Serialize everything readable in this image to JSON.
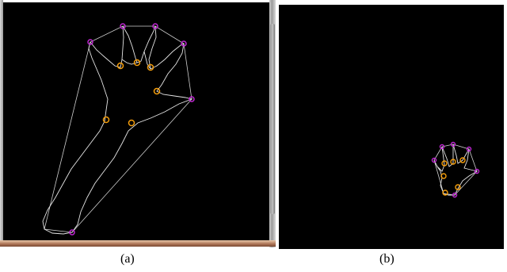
{
  "captions": {
    "a": "(a)",
    "b": "(b)"
  },
  "colors": {
    "background": "#000000",
    "contour": "#e6e6e6",
    "hull": "#d0d0d0",
    "hull_point": "#c026d3",
    "defect_point": "#f59e0b"
  },
  "icons": {
    "hull_point": "magenta-circle-marker",
    "defect_point": "orange-circle-marker"
  }
}
